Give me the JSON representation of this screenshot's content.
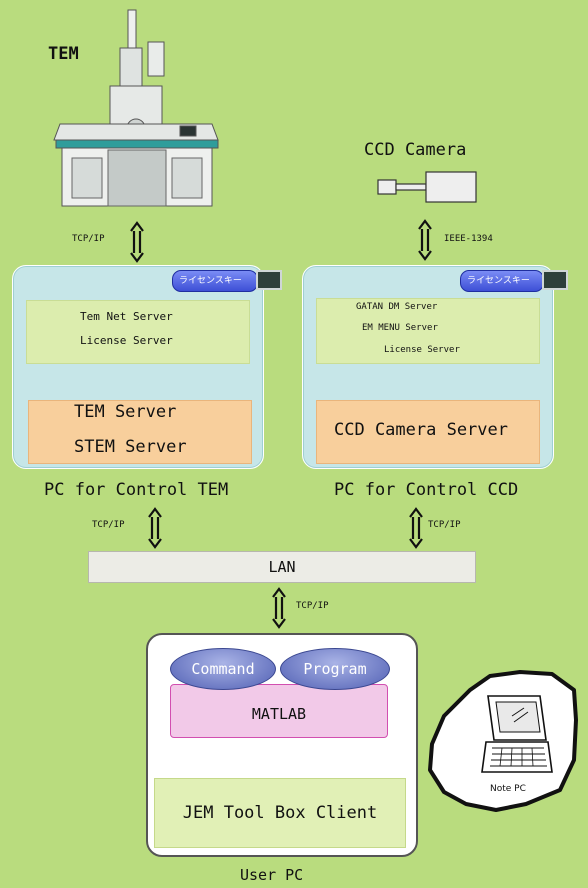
{
  "tem": {
    "label": "TEM"
  },
  "ccd": {
    "label": "CCD Camera",
    "link": "IEEE-1394"
  },
  "link_tcpip": "TCP/IP",
  "license_key": "ライセンスキー",
  "pc_tem": {
    "caption": "PC for Control TEM",
    "upper": [
      "Tem Net Server",
      "License Server"
    ],
    "lower": [
      "TEM Server",
      "STEM Server"
    ]
  },
  "pc_ccd": {
    "caption": "PC for Control CCD",
    "upper": [
      "GATAN DM Server",
      "EM MENU Server",
      "License Server"
    ],
    "lower": "CCD Camera Server"
  },
  "lan": "LAN",
  "user_pc": {
    "caption": "User PC",
    "command": "Command",
    "program": "Program",
    "matlab": "MATLAB",
    "client": "JEM Tool Box Client"
  },
  "note_pc": "Note PC",
  "colors": {
    "background": "#b9dc7e",
    "pc_panel": "#c6e6e8",
    "server_green": "#dcedae",
    "server_orange": "#f8cf9c",
    "matlab": "#f2c9e8",
    "oval": "#5160b4"
  }
}
